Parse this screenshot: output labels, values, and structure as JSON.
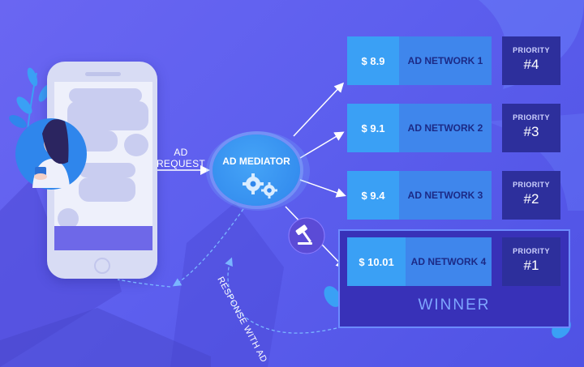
{
  "diagram": {
    "request_label_line1": "AD",
    "request_label_line2": "REQUEST",
    "mediator_label": "AD MEDIATOR",
    "response_label": "RESPONSE WITH AD",
    "priority_caption": "PRIORITY",
    "winner_label": "WINNER",
    "networks": [
      {
        "price": "$ 8.9",
        "name": "AD NETWORK 1",
        "priority": "#4"
      },
      {
        "price": "$ 9.1",
        "name": "AD NETWORK 2",
        "priority": "#3"
      },
      {
        "price": "$ 9.4",
        "name": "AD NETWORK 3",
        "priority": "#2"
      },
      {
        "price": "$ 10.01",
        "name": "AD NETWORK 4",
        "priority": "#1"
      }
    ]
  },
  "colors": {
    "background": "#5d5fee",
    "mediator": "#2f86ec",
    "price_cell": "#3aa0f5",
    "network_cell": "#3f86ec",
    "priority_cell": "#2d2f9c",
    "winner_box": "#3831b8"
  },
  "icons": [
    "gear-icon",
    "gavel-icon",
    "woman-with-phone-illustration",
    "smartphone-illustration"
  ]
}
